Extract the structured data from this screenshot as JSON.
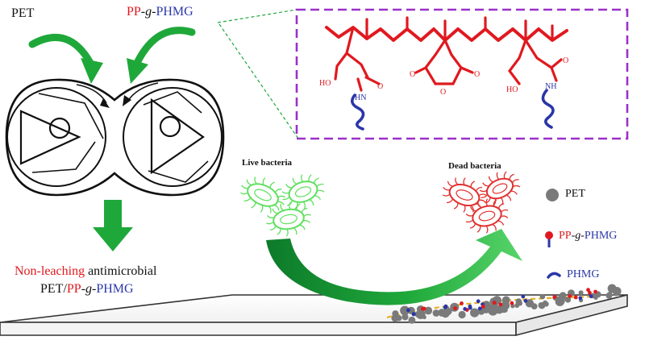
{
  "colors": {
    "red": "#e0191f",
    "blue": "#2b36a8",
    "green": "#1fa83a",
    "purple": "#9b30c8",
    "bacteria_live": "#5fe05f",
    "bacteria_dead": "#e0302f",
    "pet_grey": "#7a7a7a",
    "black": "#111111"
  },
  "inputs": {
    "pet": "PET",
    "pp_part1": "PP",
    "pp_part2": "-",
    "pp_part3": "g",
    "pp_part4": "-",
    "pp_part5": "PHMG"
  },
  "structure": {
    "left_oh": "HO",
    "left_nh": "HN",
    "left_o": "O",
    "mid_o1": "O",
    "mid_o2": "O",
    "mid_o3": "O",
    "right_ho": "HO",
    "right_nh": "NH",
    "right_o": "O"
  },
  "product": {
    "line1_red": "Non-leaching",
    "line1_black": " antimicrobial",
    "line2_black": "PET/",
    "line2_red": "PP",
    "line2_dash1": "-",
    "line2_g": "g",
    "line2_dash2": "-",
    "line2_blue": "PHMG"
  },
  "bacteria": {
    "live": "Live bacteria",
    "dead": "Dead bacteria"
  },
  "legend": {
    "pet": "PET",
    "pp_red": "PP",
    "pp_dash1": "-",
    "pp_g": "g",
    "pp_dash2": "-",
    "pp_blue": "PHMG",
    "phmg": "PHMG"
  }
}
